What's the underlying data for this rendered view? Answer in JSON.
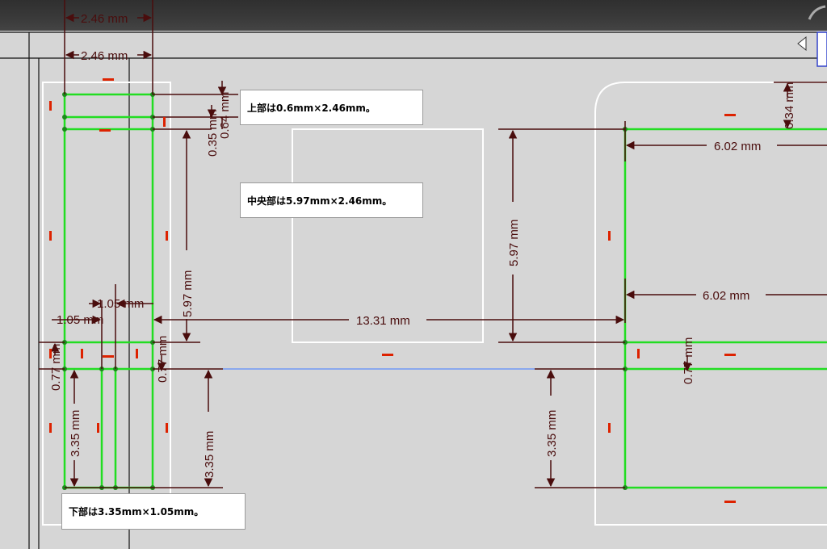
{
  "notes": {
    "top": "上部は0.6mm×2.46mm。",
    "middle": "中央部は5.97mm×2.46mm。",
    "bottom": "下部は3.35mm×1.05mm。"
  },
  "dimensions": {
    "width_2_46_a": "2.46 mm",
    "width_2_46_b": "2.46 mm",
    "height_0_35": "0.35 mm",
    "height_0_64": "0.64 mm",
    "height_5_97_left": "5.97 mm",
    "width_1_05_a": "1.05 mm",
    "width_1_05_b": "1.05 mm",
    "height_0_77_a": "0.77 mm",
    "height_0_77_b": "0.77 mm",
    "height_3_35_a": "3.35 mm",
    "height_3_35_b": "3.35 mm",
    "height_3_35_right": "3.35 mm",
    "width_13_31": "13.31 mm",
    "height_5_97_right": "5.97 mm",
    "width_6_02_a": "6.02 mm",
    "width_6_02_b": "6.02 mm",
    "height_0_34": "0.34 mm",
    "height_0_77_right": "0.77 mm"
  },
  "colors": {
    "background": "#d6d6d6",
    "toolbar": "#3a3a3a",
    "sketch_line": "#22dd22",
    "dimension": "#4a0d0d",
    "constraint": "#dd2200",
    "construction": "#8aa8ee",
    "outline": "#ffffff"
  }
}
